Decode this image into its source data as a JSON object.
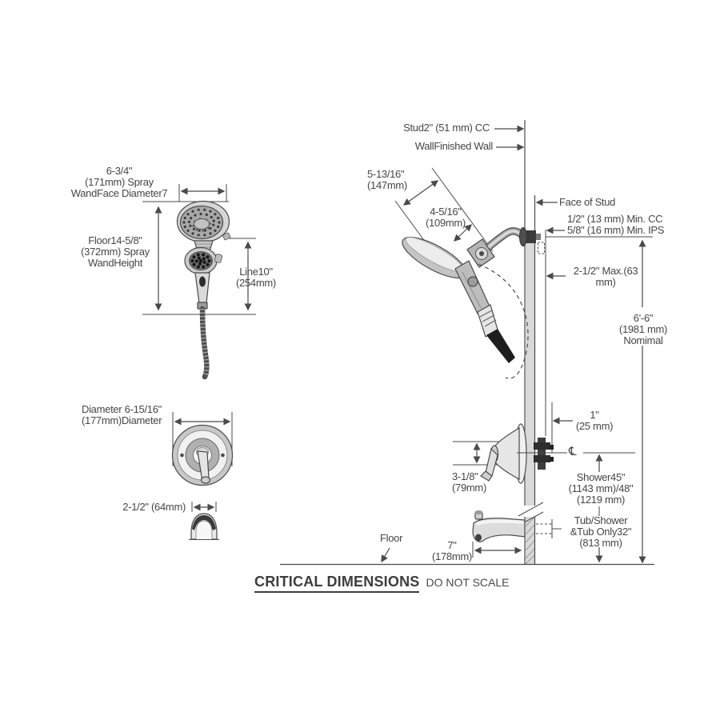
{
  "page": {
    "heading": "CRITICAL DIMENSIONS",
    "note": "DO NOT SCALE"
  },
  "colors": {
    "line": "#4a4a4a",
    "text": "#464646",
    "wall_fill": "#d9d9d9"
  },
  "wand_view": {
    "face_diameter": "6-3/4\"\n(171mm) Spray\nWandFace Diameter7",
    "height": "Floor14-5/8\"\n(372mm) Spray\nWandHeight",
    "line_height": "Line10\"\n(254mm)"
  },
  "trim_view": {
    "diameter": "Diameter 6-15/16\"\n(177mm)Diameter"
  },
  "spout_view": {
    "width": "2-1/2\" (64mm)"
  },
  "section_view": {
    "stud": "Stud2\" (51 mm) CC",
    "finished_wall": "WallFinished Wall",
    "arm_length": "5-13/16\"\n(147mm)",
    "arm_reach": "4-5/16\"\n(109mm)",
    "face_of_stud": "Face of Stud",
    "rough_in_min": "1/2\" (13 mm) Min. CC\n5/8\" (16 mm) Min. IPS",
    "rough_in_max": "2-1/2\" Max.(63\nmm)",
    "nominal_height": "6'-6\"\n(1981 mm)\nNomimal",
    "stud_offset": "1\"\n(25 mm)",
    "trim_depth": "3-1/8\"\n(79mm)",
    "centerline": "℄",
    "shower_valve_height": "Shower45\"\n(1143 mm)/48\"\n(1219 mm)",
    "tub_valve_height": "Tub/Shower\n&Tub Only32\"\n(813 mm)",
    "floor": "Floor",
    "spout_length": "7\"\n(178mm)"
  }
}
